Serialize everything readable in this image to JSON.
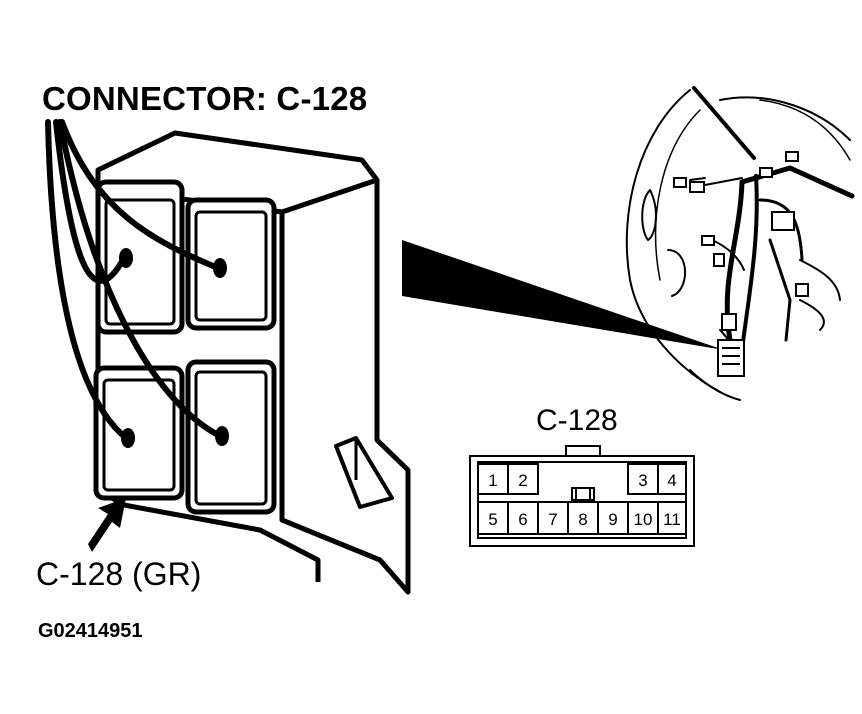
{
  "title": "CONNECTOR: C-128",
  "connector_label": "C-128 (GR)",
  "pinout": {
    "title": "C-128",
    "pins": [
      "1",
      "2",
      "3",
      "4",
      "5",
      "6",
      "7",
      "8",
      "9",
      "10",
      "11"
    ]
  },
  "figure_id": "G02414951"
}
